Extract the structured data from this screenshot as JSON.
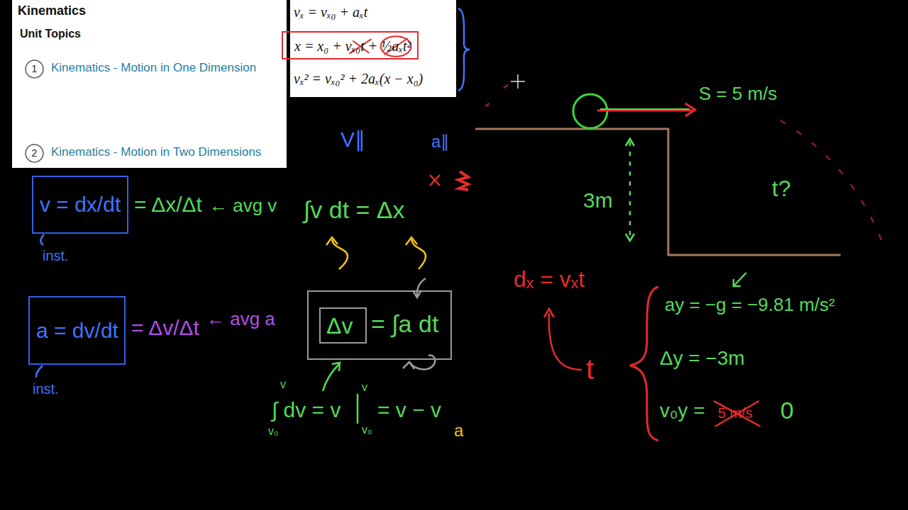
{
  "diagram": {
    "nodes": [
      {
        "text": [
          "Kinematics",
          "Unit Topics"
        ]
      },
      {
        "text": [
          "1"
        ],
        "in": 0
      },
      {
        "text": [
          "2"
        ],
        "in": 0
      },
      {
        "text": [
          "vₓ = vₓ₀ + aₓt",
          "vₓ² = vₓ₀² + 2aₓ(x − x₀)"
        ]
      },
      {
        "text": [
          "x = x₀ + vₓ₀t + ½aₓt²"
        ],
        "in": 3
      },
      {
        "text": [
          "v = dx/dt"
        ]
      },
      {
        "text": [
          "a = dv/dt"
        ]
      },
      {
        "text": [
          "= ∫a dt"
        ]
      },
      {
        "text": [
          "Δv"
        ],
        "in": 7
      }
    ],
    "labels": [
      "Kinematics - Motion in One Dimension",
      "Kinematics - Motion in Two Dimensions",
      "= Δx/Δt",
      "← avg v",
      "inst.",
      "= Δv/Δt",
      "← avg a",
      "inst.",
      "V∥",
      "a∥",
      "∫v dt = Δx",
      "∫ dv = v",
      "= v − v",
      "v",
      "v₀",
      "v",
      "v₀",
      "a",
      "S = 5 m/s",
      "3m",
      "t?",
      "dₓ = vₓt",
      "t",
      "ay = −g = −9.81 m/s²",
      "Δy = −3m",
      "v₀y =",
      "5 m/s",
      "0"
    ]
  }
}
